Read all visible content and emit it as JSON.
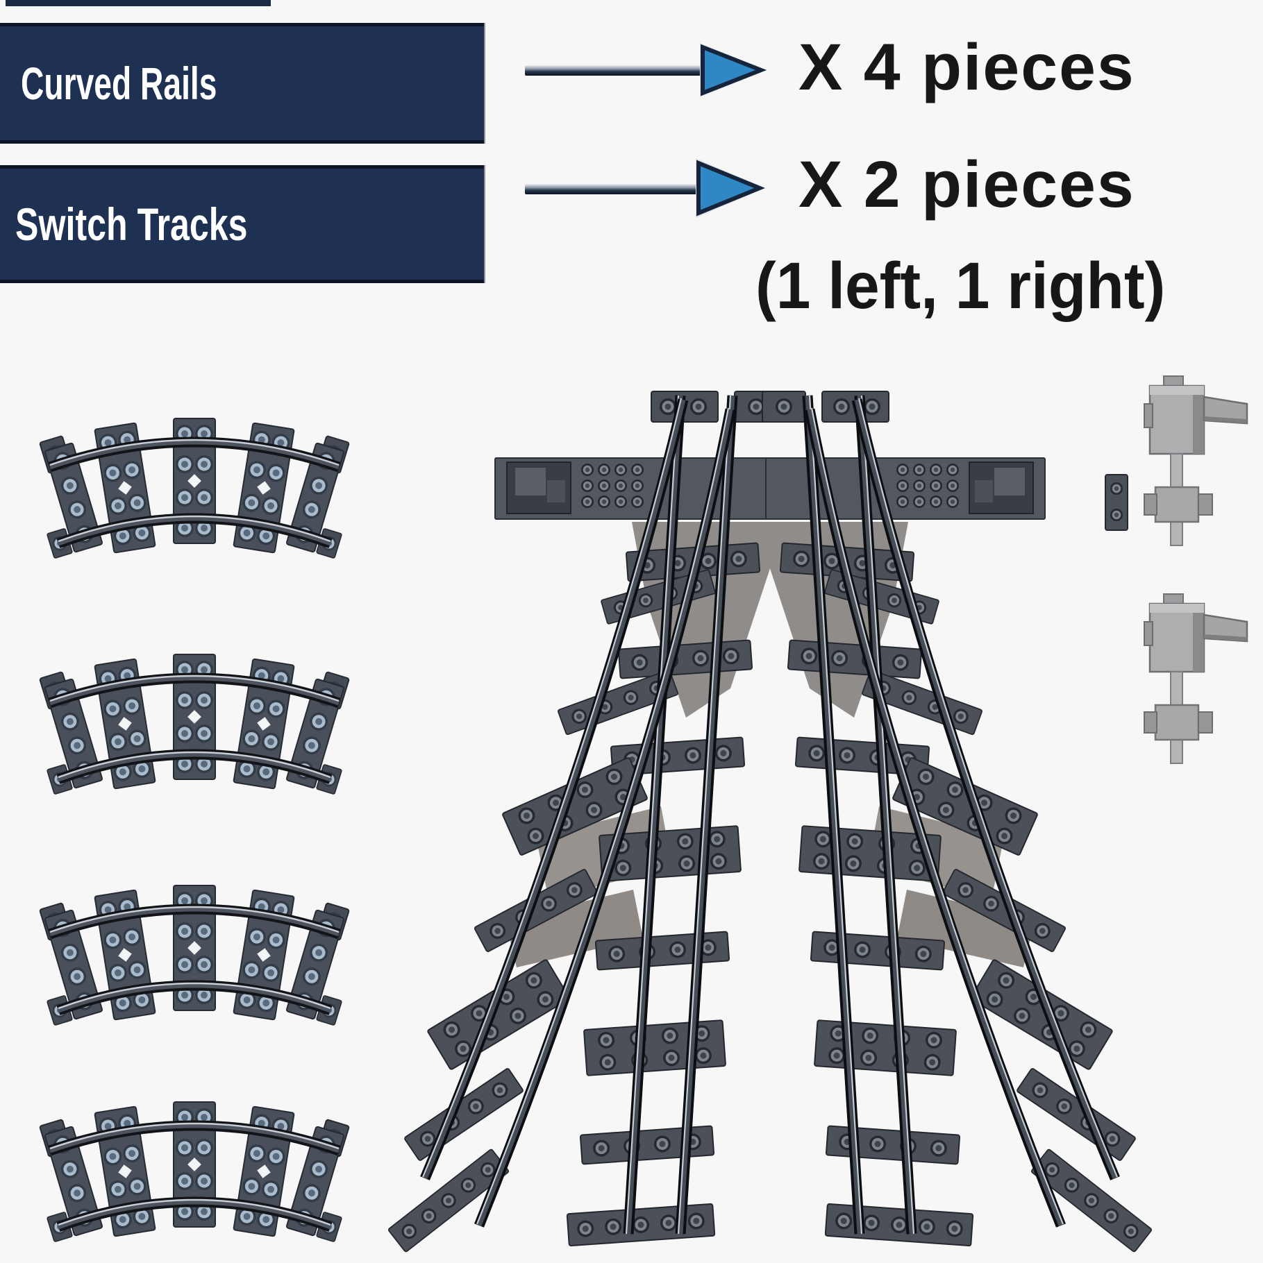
{
  "title": "Train track parts infographic",
  "colors": {
    "background": "#f7f7f8",
    "panel_navy": "#1e3153",
    "panel_border": "#0d1526",
    "arrow_blue": "#2f87c5",
    "arrow_outline": "#16253b",
    "text_black": "#17171a",
    "text_white": "#ffffff",
    "track_plate_gray": "#4c5159",
    "rail_dark": "#121418",
    "stud_blue_gray": "#a9bccd",
    "wedge_gray": "#8f8c89",
    "lever_gray": "#aeaeb0"
  },
  "header": {
    "rows": [
      {
        "label": "Curved Rails",
        "count": "X 4 pieces",
        "note": ""
      },
      {
        "label": "Switch Tracks",
        "count": "X 2 pieces",
        "note": "(1 left, 1 right)"
      }
    ]
  },
  "pieces": {
    "curved_rail": {
      "name": "Curved rail track piece",
      "quantity": 4
    },
    "switch_track": {
      "name": "Switch track piece",
      "quantity": 2,
      "variants": [
        "left",
        "right"
      ]
    },
    "switch_lever": {
      "name": "Switch lever",
      "quantity": 2
    }
  }
}
